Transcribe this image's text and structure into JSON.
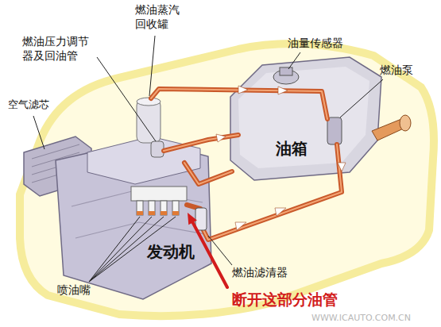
{
  "diagram": {
    "labels": [
      "燃油蒸汽 回收罐",
      "油量传感器",
      "燃油压力调节 器及回油管",
      "燃油泵",
      "空气滤芯",
      "油箱",
      "发动机",
      "燃油滤清器",
      "喷油嘴",
      "断开这部分油管",
      "WWW.ICAUTO.COM.CN"
    ]
  }
}
